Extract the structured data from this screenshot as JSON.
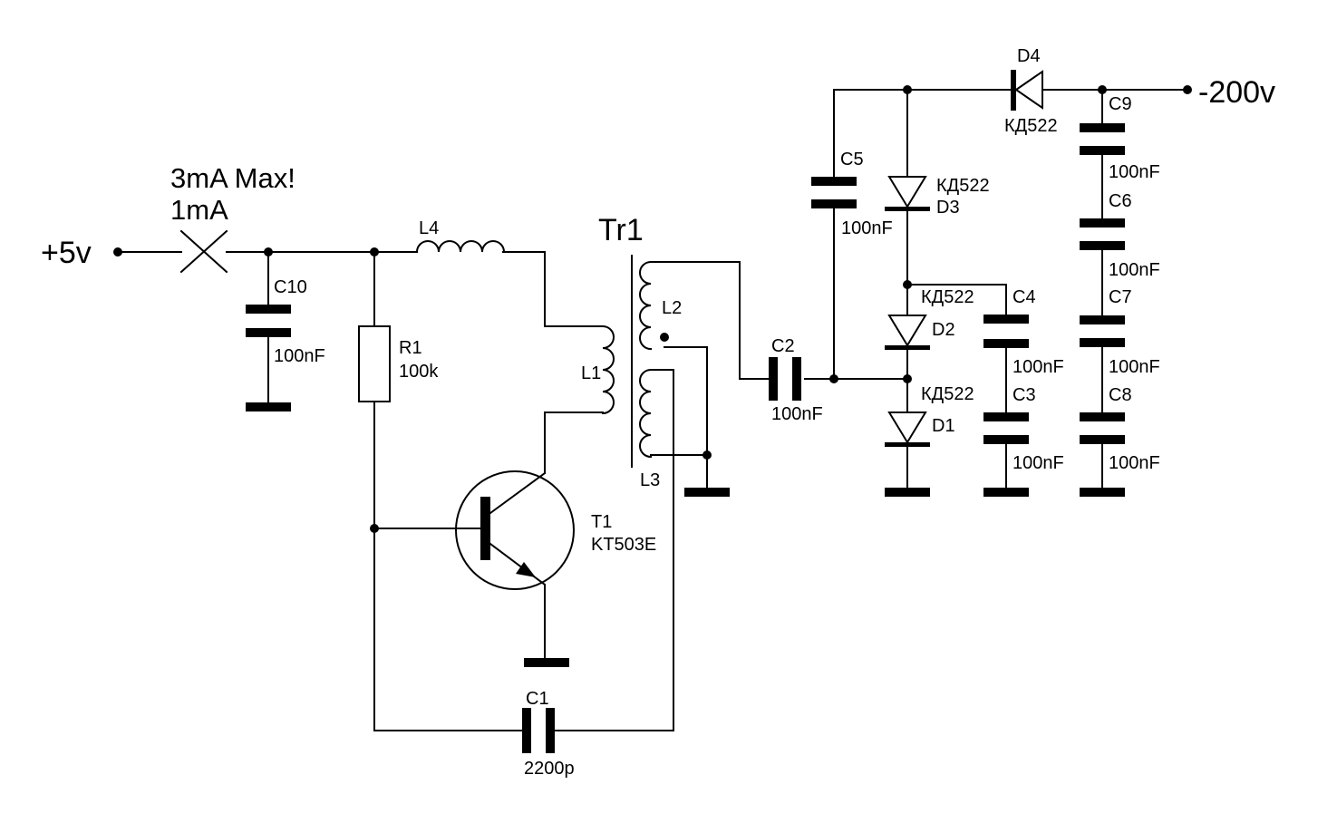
{
  "power": {
    "input": "+5v",
    "output": "-200v"
  },
  "current_note": {
    "line1": "3mA Max!",
    "line2": "1mA"
  },
  "transformer": {
    "name": "Tr1",
    "windings": [
      "L1",
      "L2",
      "L3"
    ]
  },
  "inductor": {
    "name": "L4"
  },
  "resistor": {
    "name": "R1",
    "value": "100k"
  },
  "transistor": {
    "name": "T1",
    "part": "KT503E"
  },
  "capacitors": {
    "C1": {
      "name": "C1",
      "value": "2200p"
    },
    "C2": {
      "name": "C2",
      "value": "100nF"
    },
    "C3": {
      "name": "C3",
      "value": "100nF"
    },
    "C4": {
      "name": "C4",
      "value": "100nF"
    },
    "C5": {
      "name": "C5",
      "value": "100nF"
    },
    "C6": {
      "name": "C6",
      "value": "100nF"
    },
    "C7": {
      "name": "C7",
      "value": "100nF"
    },
    "C8": {
      "name": "C8",
      "value": "100nF"
    },
    "C9": {
      "name": "C9",
      "value": "100nF"
    },
    "C10": {
      "name": "C10",
      "value": "100nF"
    }
  },
  "diodes": {
    "D1": {
      "name": "D1",
      "part": "КД522"
    },
    "D2": {
      "name": "D2",
      "part": "КД522"
    },
    "D3": {
      "name": "D3",
      "part": "КД522"
    },
    "D4": {
      "name": "D4",
      "part": "КД522"
    }
  }
}
